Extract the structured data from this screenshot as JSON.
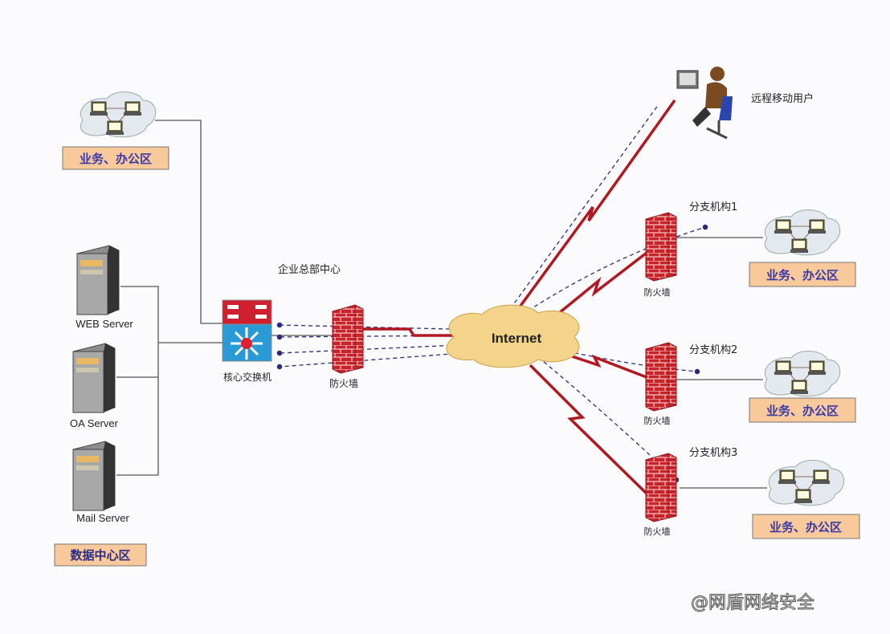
{
  "colors": {
    "zone_fill": "#f8c99a",
    "zone_text": "#3a3aa8",
    "link_red": "#b01822",
    "dash": "#2b2b7a",
    "firewall": "#c8232b",
    "cloud": "#e4e8ef",
    "internet_cloud": "#f3d48a",
    "switch_top": "#d02030",
    "switch_bottom": "#2a9ad6"
  },
  "hq": {
    "title": "企业总部中心",
    "switch_label": "核心交换机",
    "firewall_label": "防火墙"
  },
  "office_zone_label": "业务、办公区",
  "datacenter": {
    "label": "数据中心区",
    "servers": [
      "WEB Server",
      "OA Server",
      "Mail Server"
    ]
  },
  "internet": {
    "label": "Internet"
  },
  "remote_user": {
    "label": "远程移动用户"
  },
  "branches": [
    {
      "label": "分支机构1",
      "firewall_label": "防火墙",
      "zone_label": "业务、办公区"
    },
    {
      "label": "分支机构2",
      "firewall_label": "防火墙",
      "zone_label": "业务、办公区"
    },
    {
      "label": "分支机构3",
      "firewall_label": "防火墙",
      "zone_label": "业务、办公区"
    }
  ],
  "watermark": "@网盾网络安全"
}
